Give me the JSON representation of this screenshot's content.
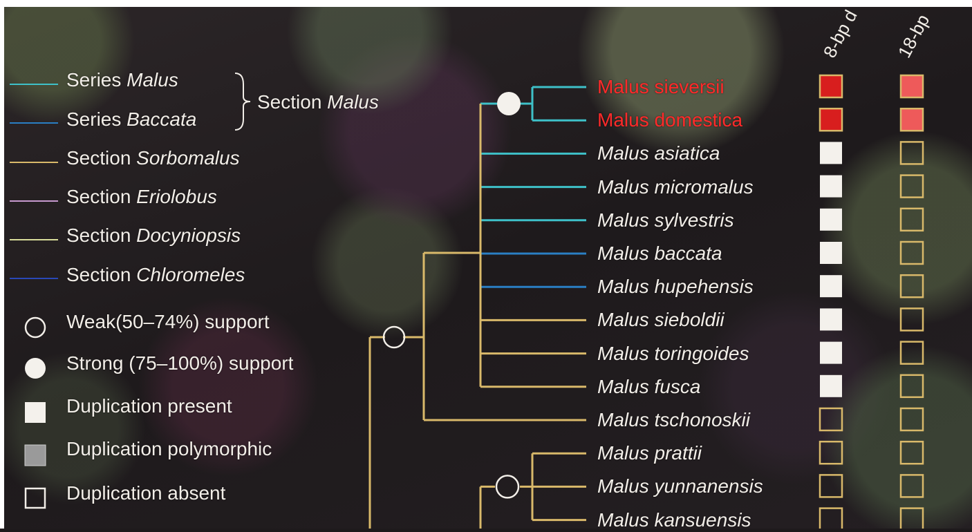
{
  "legend": {
    "lines": [
      {
        "prefix": "Series ",
        "name": "Malus",
        "color": "#3ec1c9"
      },
      {
        "prefix": "Series ",
        "name": "Baccata",
        "color": "#2a7fc4"
      },
      {
        "prefix": "Section ",
        "name": "Sorbomalus",
        "color": "#d9b96a"
      },
      {
        "prefix": "Section ",
        "name": "Eriolobus",
        "color": "#c89ad0"
      },
      {
        "prefix": "Section ",
        "name": "Docyniopsis",
        "color": "#d8dc9a"
      },
      {
        "prefix": "Section ",
        "name": "Chloromeles",
        "color": "#2a48b8"
      }
    ],
    "bracket": {
      "prefix": "Section ",
      "name": "Malus"
    },
    "symbols": [
      {
        "label": "Weak(50–74%) support",
        "icon": "open-circle"
      },
      {
        "label": "Strong (75–100%) support",
        "icon": "filled-circle"
      },
      {
        "label": "Duplication present",
        "icon": "white-square"
      },
      {
        "label": "Duplication polymorphic",
        "icon": "gray-square"
      },
      {
        "label": "Duplication absent",
        "icon": "empty-square"
      }
    ]
  },
  "columns": [
    "8-bp d",
    "18-bp"
  ],
  "taxa": [
    {
      "name": "Malus sieversii",
      "highlight": true,
      "d8": "red",
      "d18": "red-light",
      "branch": "malus"
    },
    {
      "name": "Malus domestica",
      "highlight": true,
      "d8": "red",
      "d18": "red-light",
      "branch": "malus"
    },
    {
      "name": "Malus asiatica",
      "highlight": false,
      "d8": "present",
      "d18": "absent",
      "branch": "malus"
    },
    {
      "name": "Malus micromalus",
      "highlight": false,
      "d8": "present",
      "d18": "absent",
      "branch": "malus"
    },
    {
      "name": "Malus sylvestris",
      "highlight": false,
      "d8": "present",
      "d18": "absent",
      "branch": "malus"
    },
    {
      "name": "Malus baccata",
      "highlight": false,
      "d8": "present",
      "d18": "absent",
      "branch": "baccata"
    },
    {
      "name": "Malus hupehensis",
      "highlight": false,
      "d8": "present",
      "d18": "absent",
      "branch": "baccata"
    },
    {
      "name": "Malus sieboldii",
      "highlight": false,
      "d8": "present",
      "d18": "absent",
      "branch": "sorbomalus"
    },
    {
      "name": "Malus toringoides",
      "highlight": false,
      "d8": "present",
      "d18": "absent",
      "branch": "sorbomalus"
    },
    {
      "name": "Malus fusca",
      "highlight": false,
      "d8": "present",
      "d18": "absent",
      "branch": "sorbomalus"
    },
    {
      "name": "Malus tschonoskii",
      "highlight": false,
      "d8": "absent",
      "d18": "absent",
      "branch": "sorbomalus"
    },
    {
      "name": "Malus prattii",
      "highlight": false,
      "d8": "absent",
      "d18": "absent",
      "branch": "sorbomalus"
    },
    {
      "name": "Malus yunnanensis",
      "highlight": false,
      "d8": "absent",
      "d18": "absent",
      "branch": "sorbomalus"
    },
    {
      "name": "Malus kansuensis",
      "highlight": false,
      "d8": "absent",
      "d18": "absent",
      "branch": "sorbomalus"
    }
  ],
  "colors": {
    "malus": "#3ec1c9",
    "baccata": "#2a7fc4",
    "sorbomalus": "#d9b96a",
    "box_border": "#d9b96a",
    "red": "#d81e1e",
    "red_light": "#ee5a5a",
    "present": "#f4f1ec",
    "highlight_text": "#ff2a2a"
  }
}
